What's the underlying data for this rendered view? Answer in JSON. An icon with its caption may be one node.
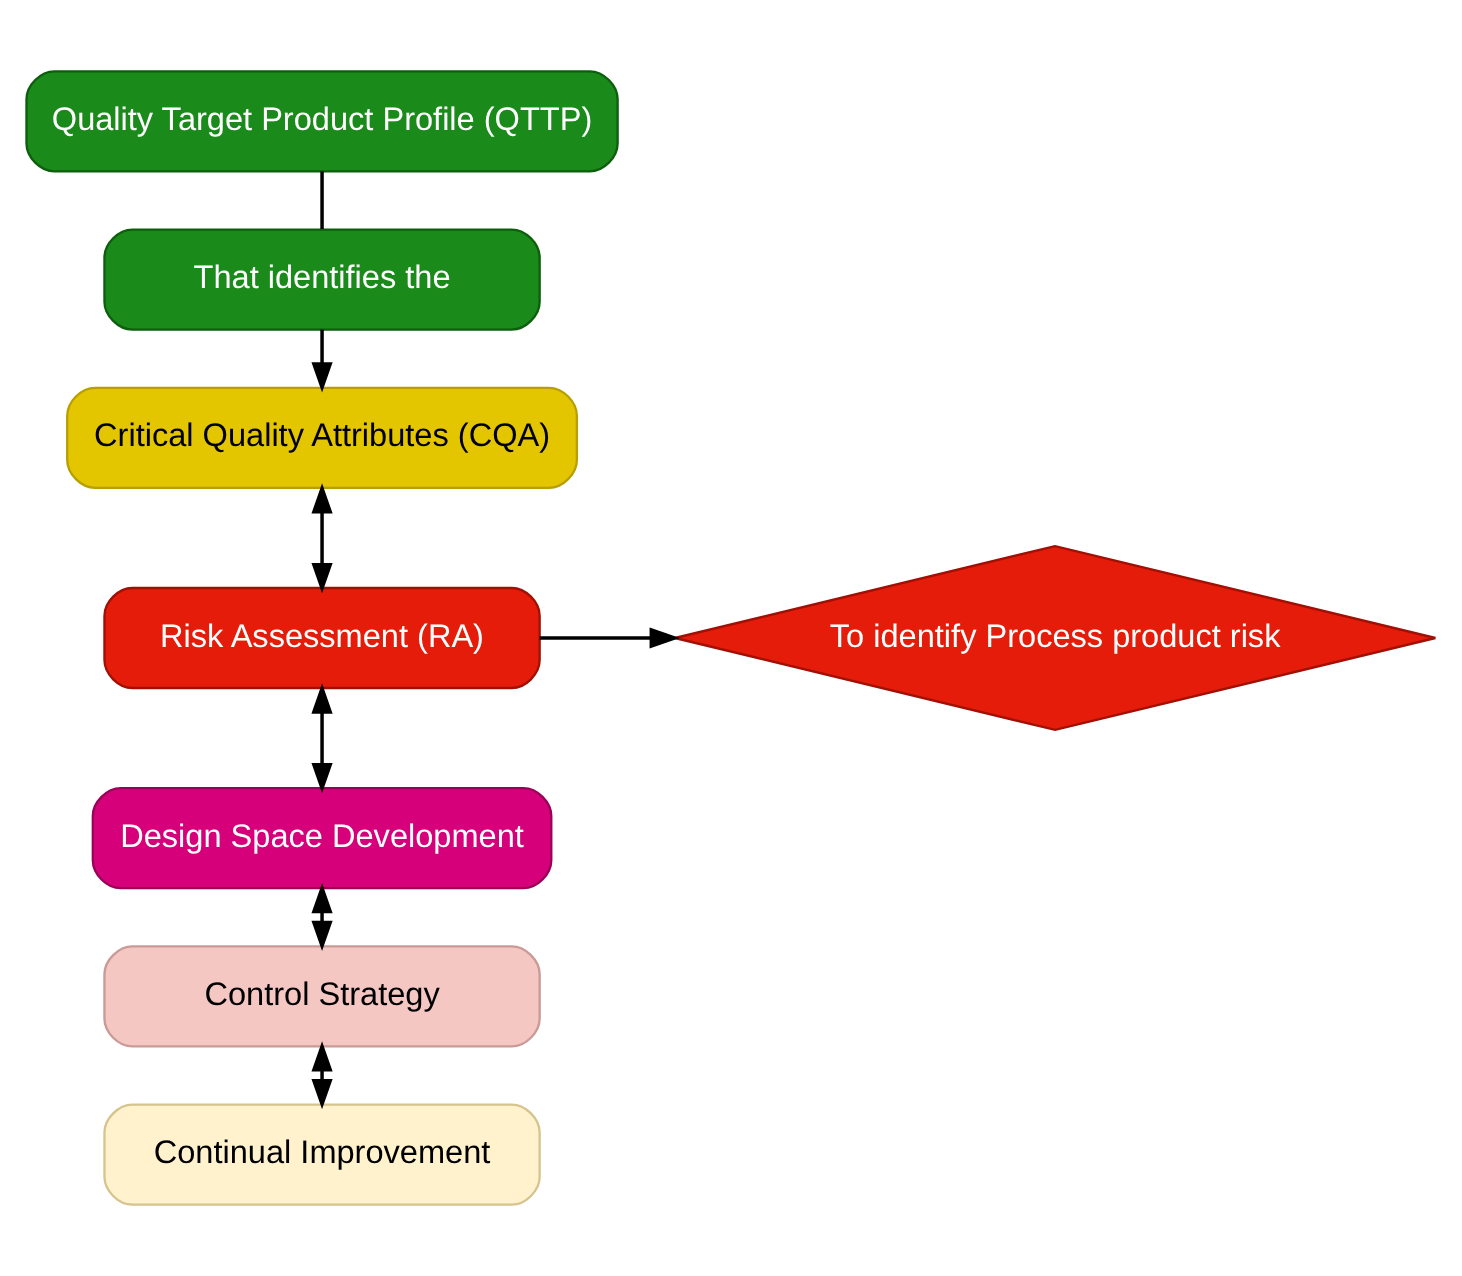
{
  "diagram": {
    "nodes": [
      {
        "text": [
          "Quality Target Product Profile (QTTP)"
        ]
      },
      {
        "text": [
          "That identifies the"
        ]
      },
      {
        "text": [
          "Critical Quality Attributes (CQA)"
        ]
      },
      {
        "text": [
          "Risk Assessment (RA)"
        ]
      },
      {
        "text": [
          "To identify Process product risk"
        ]
      },
      {
        "text": [
          "Design Space Development"
        ]
      },
      {
        "text": [
          "Control Strategy"
        ]
      },
      {
        "text": [
          "Continual Improvement"
        ]
      }
    ],
    "edges": [
      {
        "from": 0,
        "to": 1,
        "arrow": "none"
      },
      {
        "from": 1,
        "to": 2,
        "arrow": "to"
      },
      {
        "from": 2,
        "to": 3,
        "arrow": "both"
      },
      {
        "from": 3,
        "to": 4,
        "arrow": "to"
      },
      {
        "from": 3,
        "to": 5,
        "arrow": "both"
      },
      {
        "from": 5,
        "to": 6,
        "arrow": "both"
      },
      {
        "from": 6,
        "to": 7,
        "arrow": "both"
      }
    ]
  }
}
